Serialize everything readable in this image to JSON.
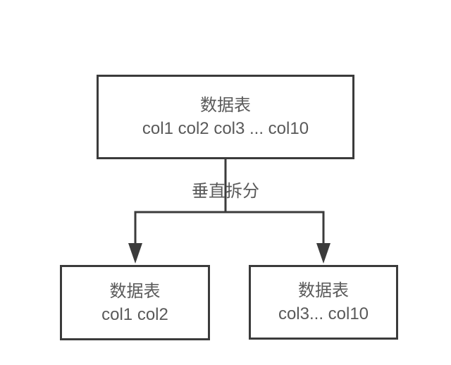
{
  "diagram": {
    "top_node": {
      "title": "数据表",
      "columns": "col1 col2 col3 ... col10"
    },
    "edge_label": "垂直拆分",
    "left_node": {
      "title": "数据表",
      "columns": "col1 col2"
    },
    "right_node": {
      "title": "数据表",
      "columns": "col3... col10"
    }
  },
  "colors": {
    "line": "#3b3b3b",
    "text": "#595959",
    "background": "#ffffff",
    "node_fill": "#ffffff"
  }
}
